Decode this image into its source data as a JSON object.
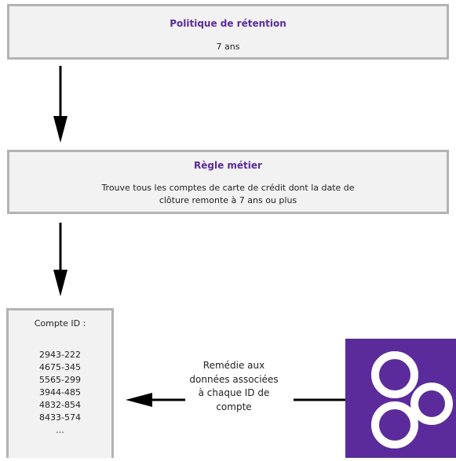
{
  "policy": {
    "title": "Politique de rétention",
    "value": "7 ans"
  },
  "rule": {
    "title": "Règle métier",
    "description": "Trouve tous les comptes de carte de crédit dont la date de clôture remonte à 7 ans ou plus"
  },
  "accounts": {
    "label": "Compte ID :",
    "ids": [
      "2943-222",
      "4675-345",
      "5565-299",
      "3944-485",
      "4832-854",
      "8433-574",
      "..."
    ]
  },
  "remediation": {
    "text": "Remédie aux données associées à chaque ID de compte"
  },
  "colors": {
    "accent": "#5b2b9b",
    "box_fill": "#f2f2f2",
    "box_border": "#b3b3b3"
  },
  "logo": {
    "icon": "brand-logo-icon"
  }
}
